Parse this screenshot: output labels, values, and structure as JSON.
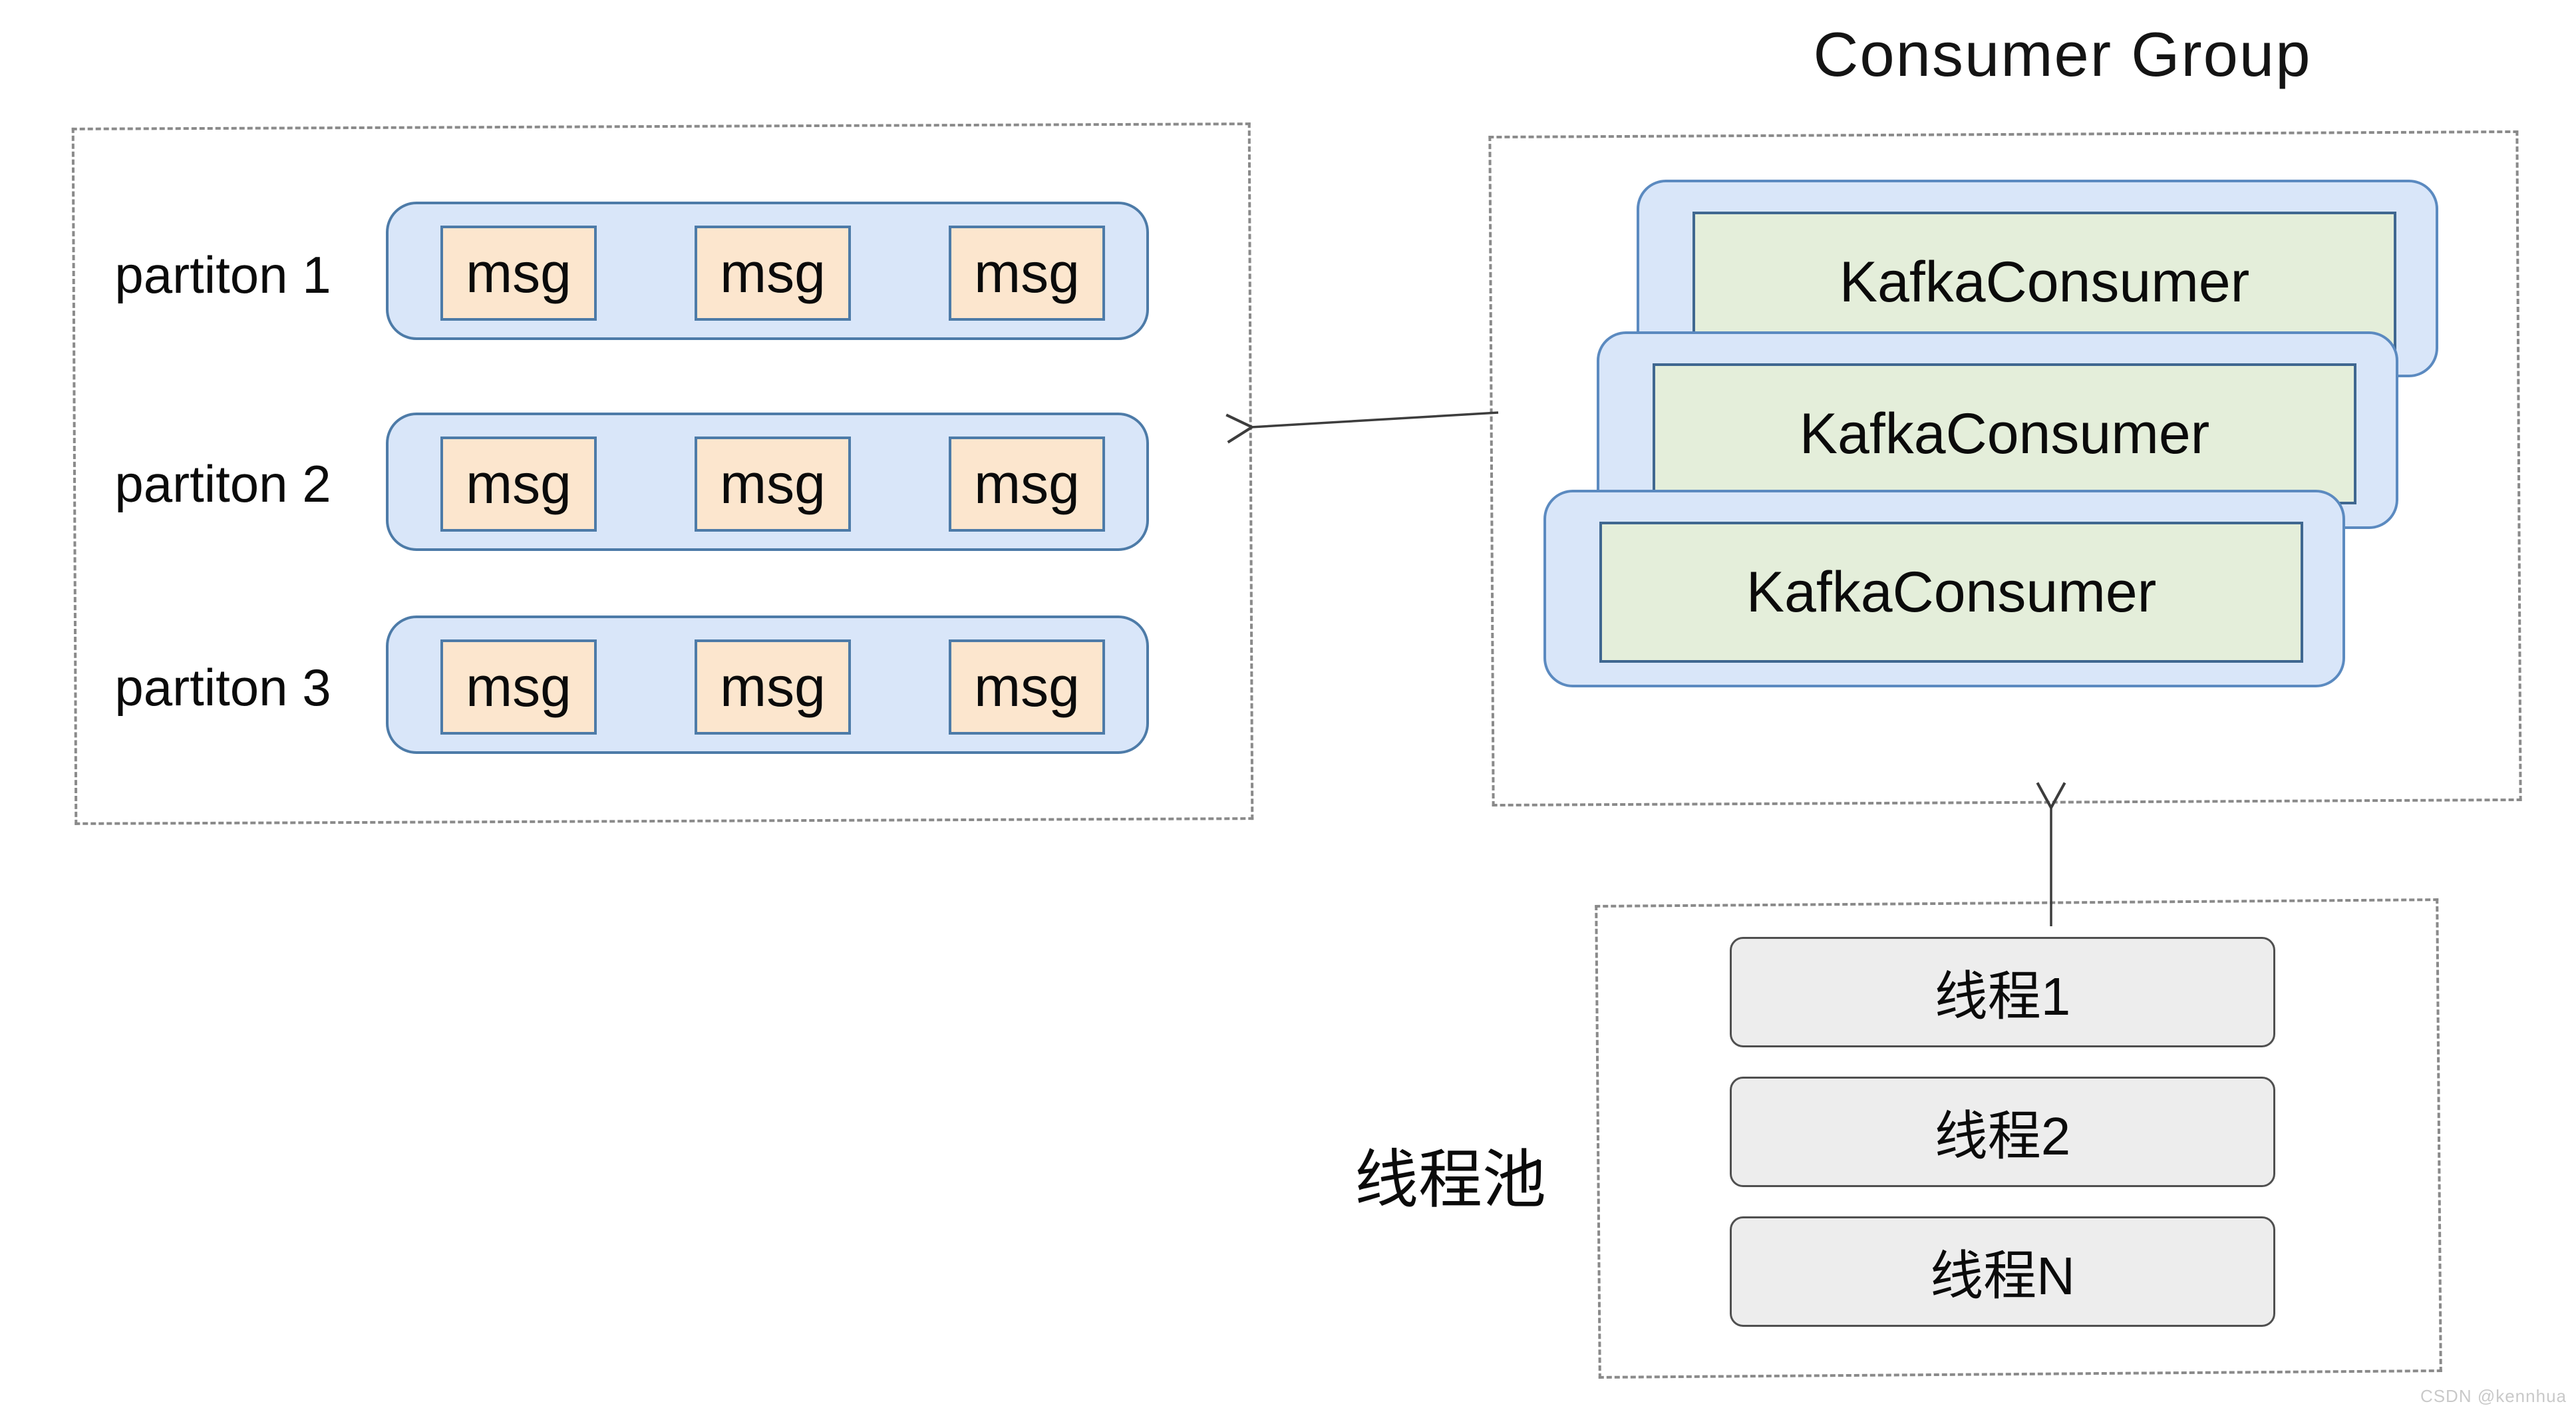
{
  "consumer_group": {
    "title": "Consumer Group",
    "consumers": [
      "KafkaConsumer",
      "KafkaConsumer",
      "KafkaConsumer"
    ]
  },
  "partitions_panel": {
    "rows": [
      {
        "label": "partiton 1",
        "messages": [
          "msg",
          "msg",
          "msg"
        ]
      },
      {
        "label": "partiton 2",
        "messages": [
          "msg",
          "msg",
          "msg"
        ]
      },
      {
        "label": "partiton 3",
        "messages": [
          "msg",
          "msg",
          "msg"
        ]
      }
    ]
  },
  "thread_pool": {
    "label": "线程池",
    "threads": [
      "线程1",
      "线程2",
      "线程N"
    ]
  },
  "watermark": "CSDN @kennhua",
  "colors": {
    "container_fill": "#d9e6f9",
    "container_border": "#4d7ba8",
    "card_border": "#5b8ac0",
    "consumer_fill": "#e4eeda",
    "consumer_border": "#3f6790",
    "msg_fill": "#fce6ce",
    "thread_fill": "#ededed",
    "thread_border": "#4f4f4f",
    "dashed_border": "#8a8a8a",
    "arrow": "#3d3d3d",
    "text": "#111111",
    "watermark": "#c9c9c9"
  }
}
